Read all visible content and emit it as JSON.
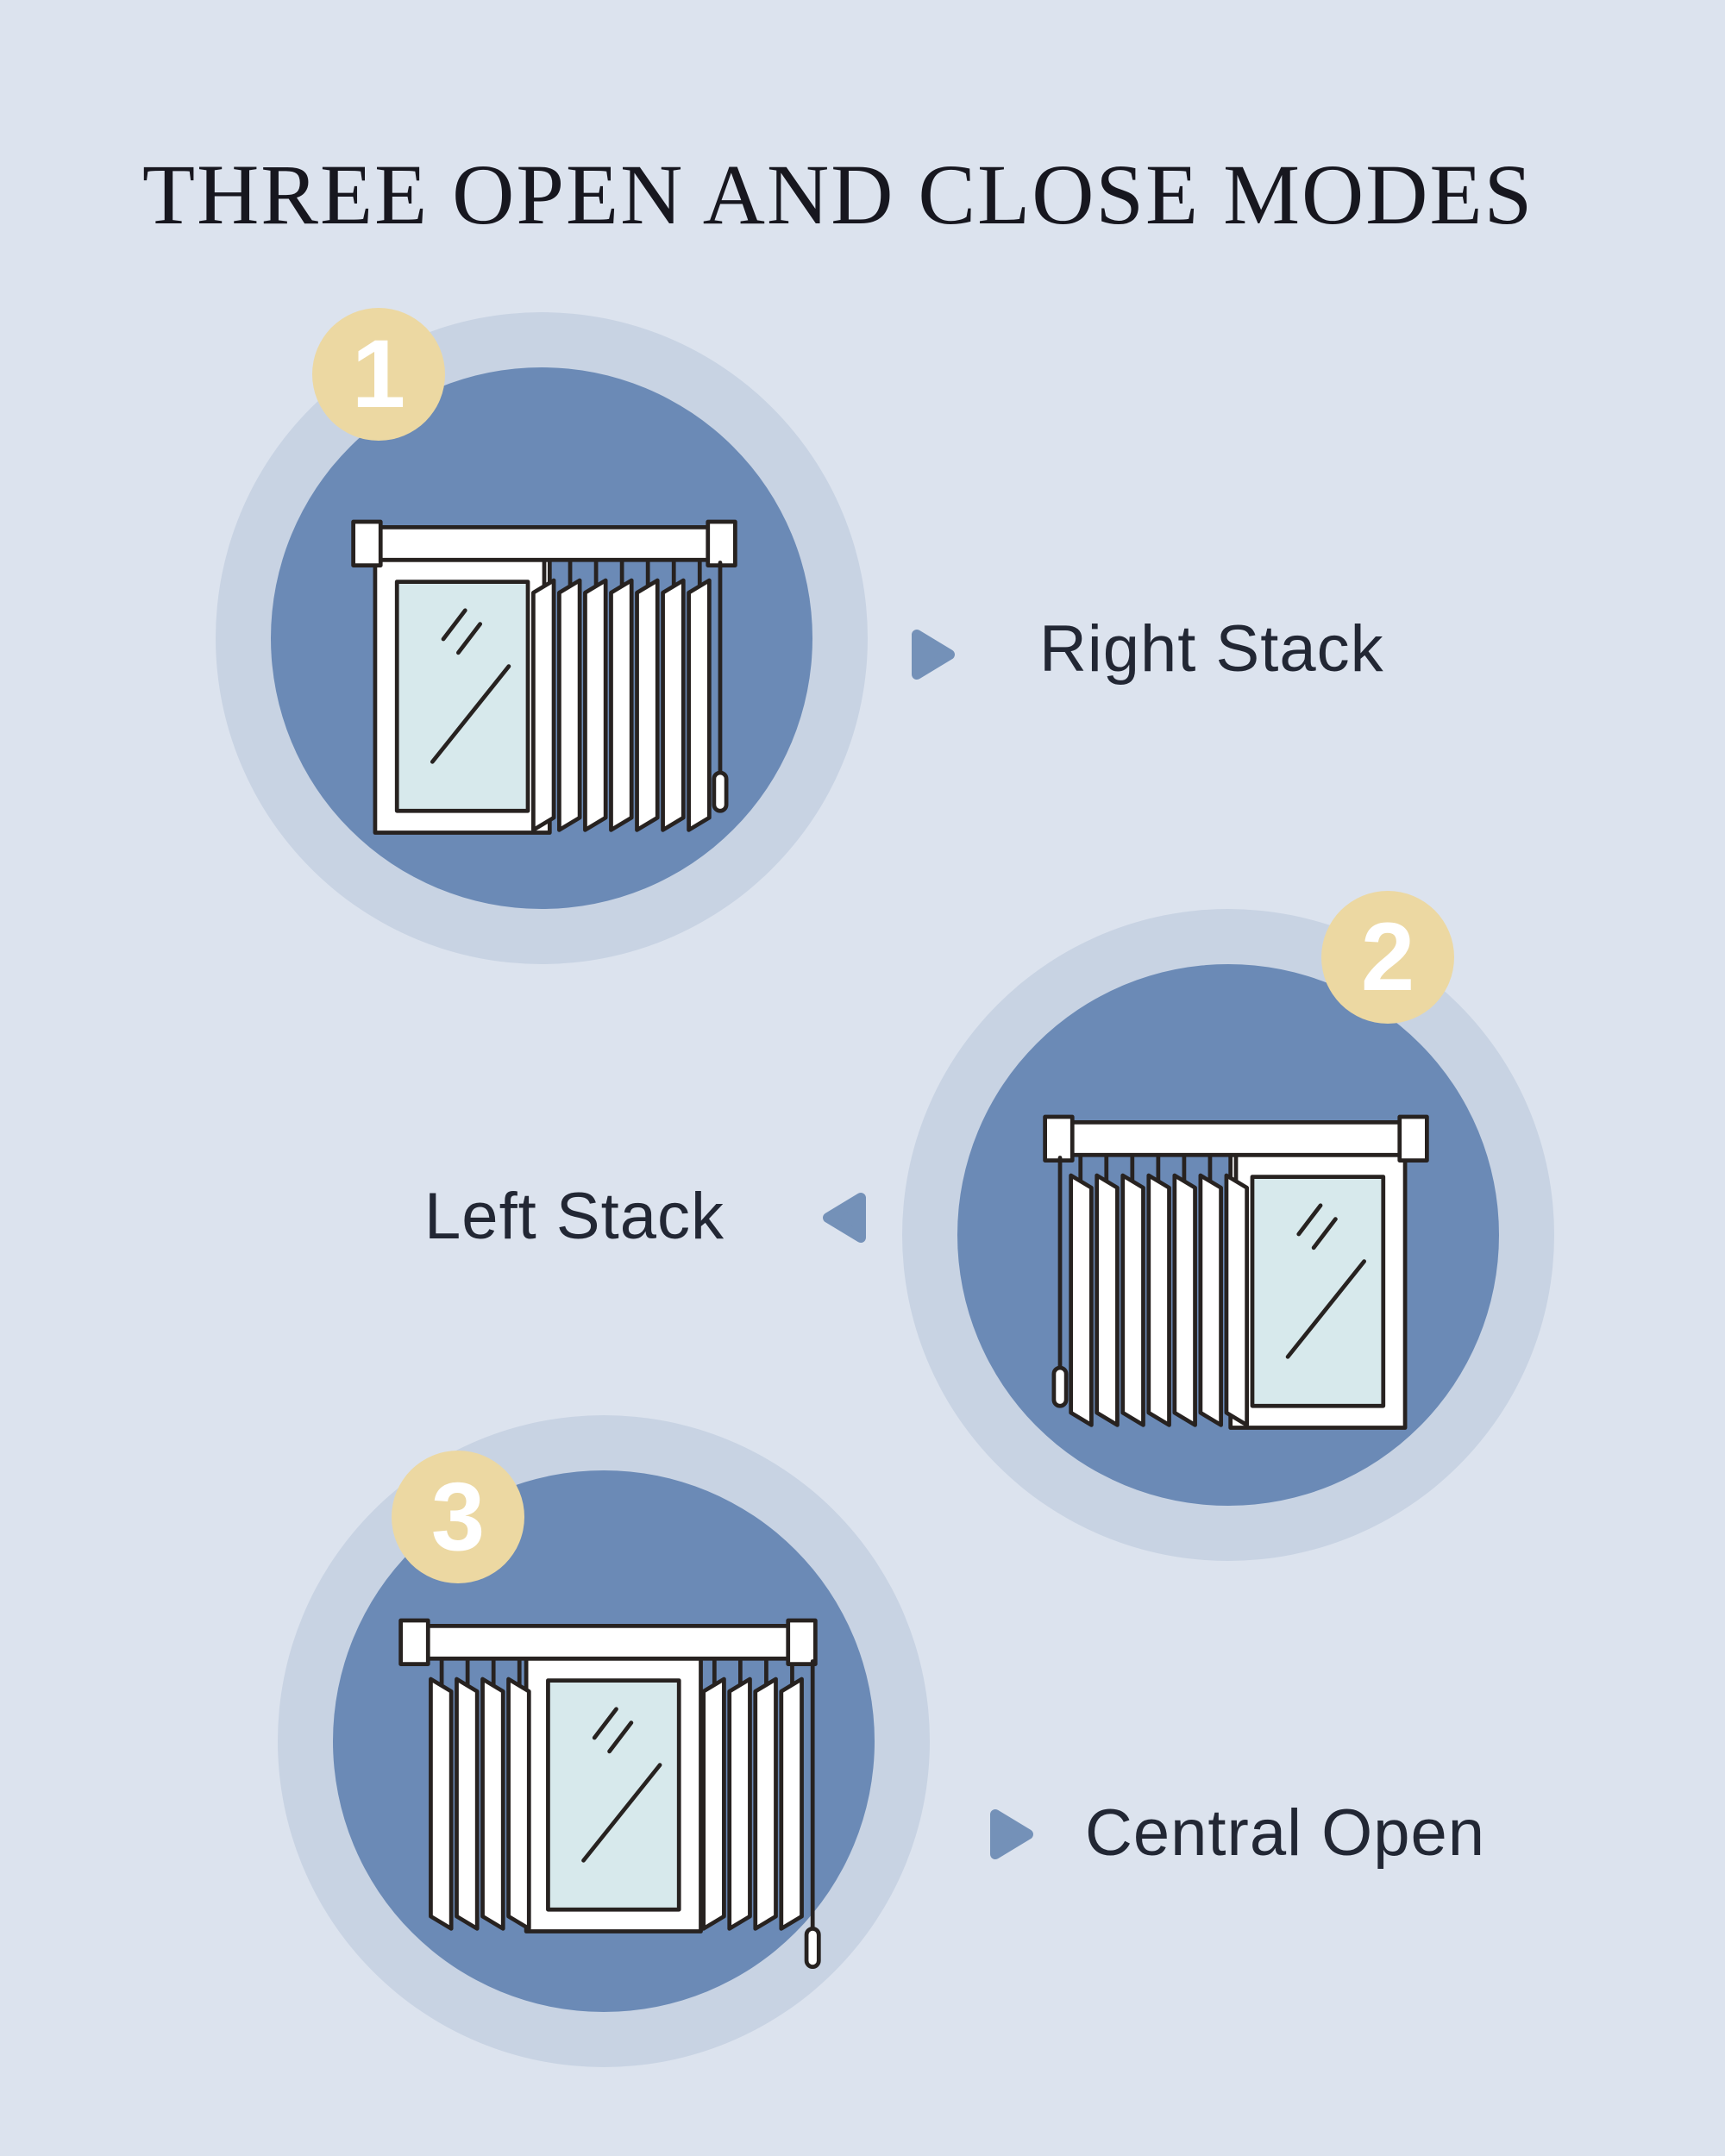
{
  "title": "THREE OPEN AND CLOSE MODES",
  "modes": [
    {
      "number": "1",
      "label": "Right Stack",
      "arrow_direction": "right",
      "illustration": "vertical-blinds-stacked-right"
    },
    {
      "number": "2",
      "label": "Left Stack",
      "arrow_direction": "left",
      "illustration": "vertical-blinds-stacked-left"
    },
    {
      "number": "3",
      "label": "Central Open",
      "arrow_direction": "right",
      "illustration": "vertical-blinds-split-center"
    }
  ],
  "colors": {
    "background": "#dce3ee",
    "halo_ring": "#c8d3e3",
    "circle": "#6b8ab6",
    "badge": "#ecd8a2",
    "badge_number": "#ffffff",
    "arrow": "#7491b8",
    "title_text": "#17171f",
    "label_text": "#222734",
    "line_art": "#272220",
    "window_glass": "#d7e9ec"
  }
}
